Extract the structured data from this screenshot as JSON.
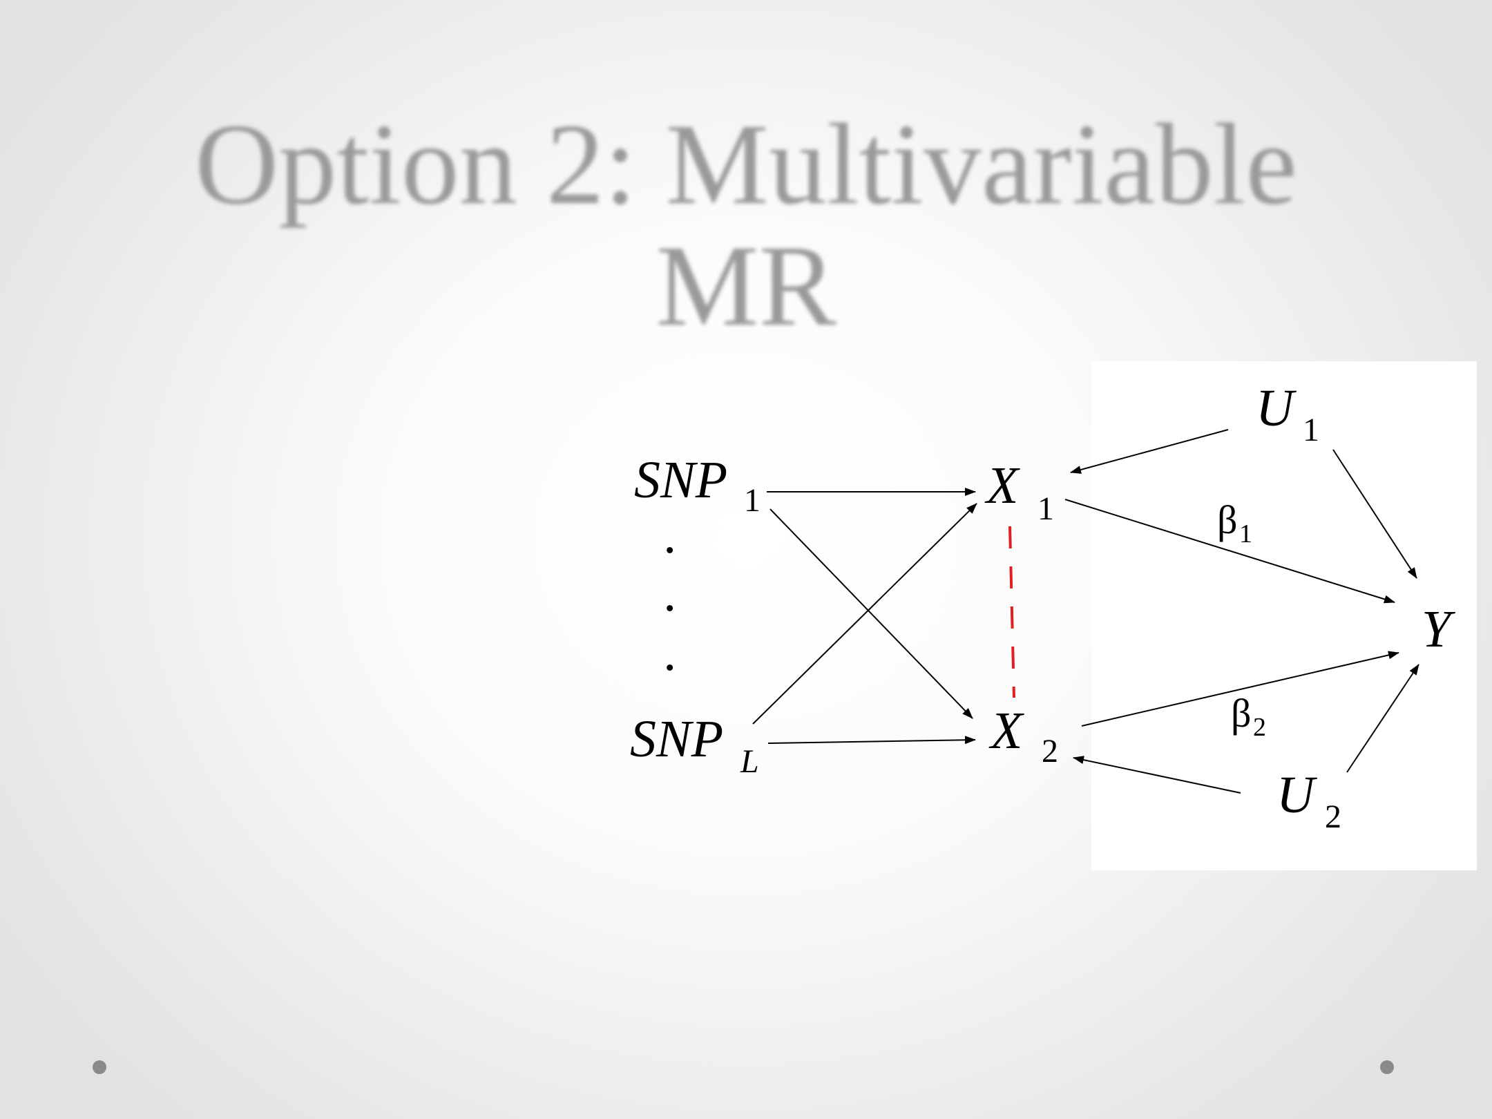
{
  "slide": {
    "title_line1": "Option 2: Multivariable",
    "title_line2": "MR"
  },
  "diagram": {
    "nodes": {
      "snp1": {
        "main": "SNP",
        "sub": "1"
      },
      "snpL": {
        "main": "SNP",
        "sub": "L"
      },
      "x1": {
        "main": "X",
        "sub": "1"
      },
      "x2": {
        "main": "X",
        "sub": "2"
      },
      "u1": {
        "main": "U",
        "sub": "1"
      },
      "u2": {
        "main": "U",
        "sub": "2"
      },
      "y": {
        "main": "Y"
      }
    },
    "ellipsis": ".",
    "edge_labels": {
      "beta1": {
        "main": "β",
        "sub": "1"
      },
      "beta2": {
        "main": "β",
        "sub": "2"
      }
    },
    "edges": [
      {
        "from": "SNP_1",
        "to": "X_1"
      },
      {
        "from": "SNP_1",
        "to": "X_2"
      },
      {
        "from": "SNP_L",
        "to": "X_1"
      },
      {
        "from": "SNP_L",
        "to": "X_2"
      },
      {
        "from": "U_1",
        "to": "X_1"
      },
      {
        "from": "U_1",
        "to": "Y"
      },
      {
        "from": "X_1",
        "to": "Y",
        "label": "β1"
      },
      {
        "from": "X_2",
        "to": "Y",
        "label": "β2"
      },
      {
        "from": "U_2",
        "to": "X_2"
      },
      {
        "from": "U_2",
        "to": "Y"
      },
      {
        "from": "X_1",
        "to": "X_2",
        "style": "dashed",
        "color": "#e02020"
      }
    ],
    "colors": {
      "dashed_link": "#e02020",
      "arrows": "#000000"
    }
  }
}
